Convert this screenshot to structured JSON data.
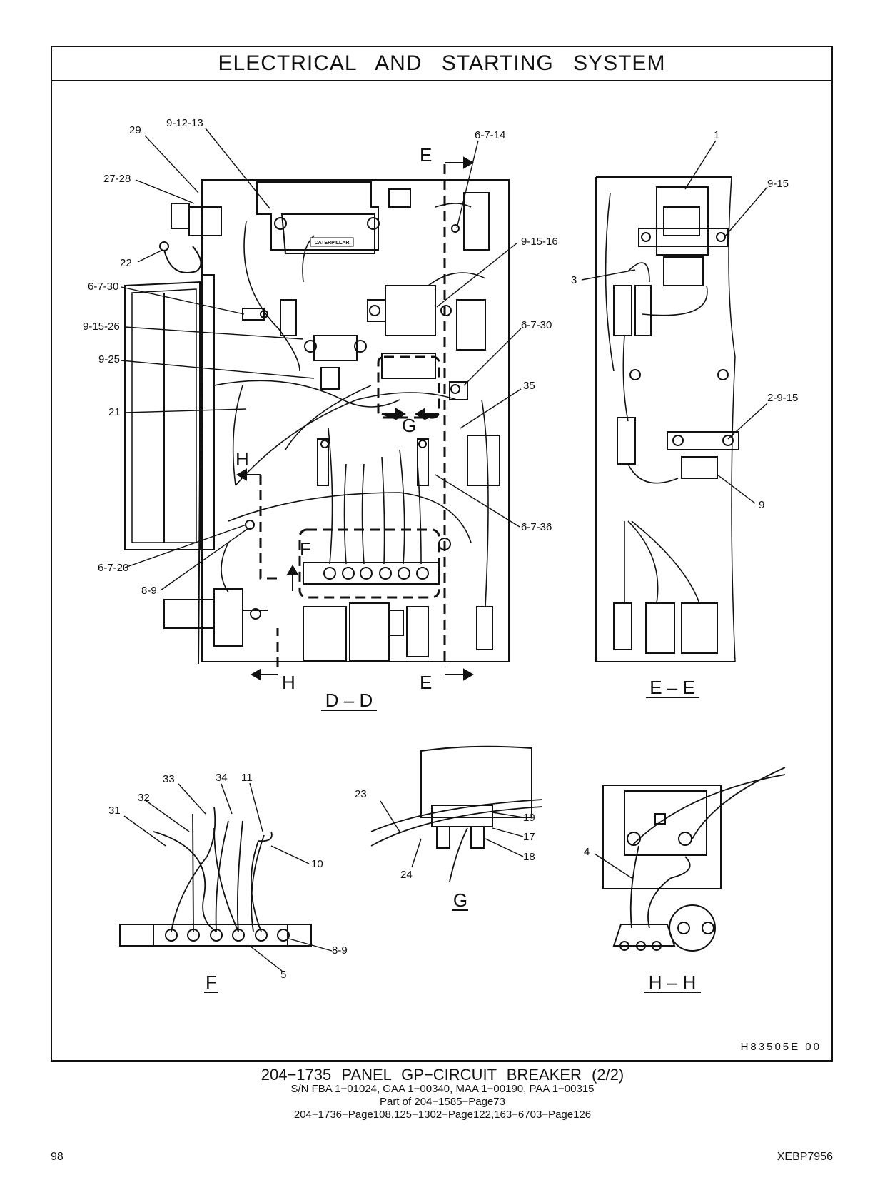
{
  "title": "ELECTRICAL AND STARTING SYSTEM",
  "views": {
    "dd": "D – D",
    "ee": "E – E",
    "f": "F",
    "g": "G",
    "hh": "H – H"
  },
  "section_marks": {
    "e_top": "E",
    "e_bottom": "E",
    "h_left": "H",
    "h_bottom": "H",
    "g": "G",
    "f": "F"
  },
  "callouts": {
    "c29": "29",
    "c9_12_13": "9-12-13",
    "c27_28": "27-28",
    "c22": "22",
    "c6_7_30a": "6-7-30",
    "c9_15_26": "9-15-26",
    "c9_25": "9-25",
    "c21": "21",
    "c6_7_20": "6-7-20",
    "c8_9": "8-9",
    "c6_7_14": "6-7-14",
    "c9_15_16": "9-15-16",
    "c6_7_30b": "6-7-30",
    "c35": "35",
    "c6_7_36": "6-7-36",
    "c1": "1",
    "c9_15": "9-15",
    "c3": "3",
    "c2_9_15": "2-9-15",
    "c9": "9",
    "c33": "33",
    "c34": "34",
    "c11": "11",
    "c32": "32",
    "c31": "31",
    "c10": "10",
    "c5": "5",
    "c8_9_f": "8-9",
    "c23": "23",
    "c19": "19",
    "c17": "17",
    "c18": "18",
    "c24": "24",
    "c4": "4"
  },
  "logo_text": "CATERPILLAR",
  "figure_code": "H83505E   00",
  "caption": {
    "line1": "204−1735  PANEL GP−CIRCUIT BREAKER (2/2)",
    "line2": "S/N FBA 1−01024, GAA 1−00340, MAA 1−00190, PAA 1−00315",
    "line3": "Part of 204−1585−Page73",
    "line4": "204−1736−Page108,125−1302−Page122,163−6703−Page126"
  },
  "page_number": "98",
  "document_id": "XEBP7956"
}
